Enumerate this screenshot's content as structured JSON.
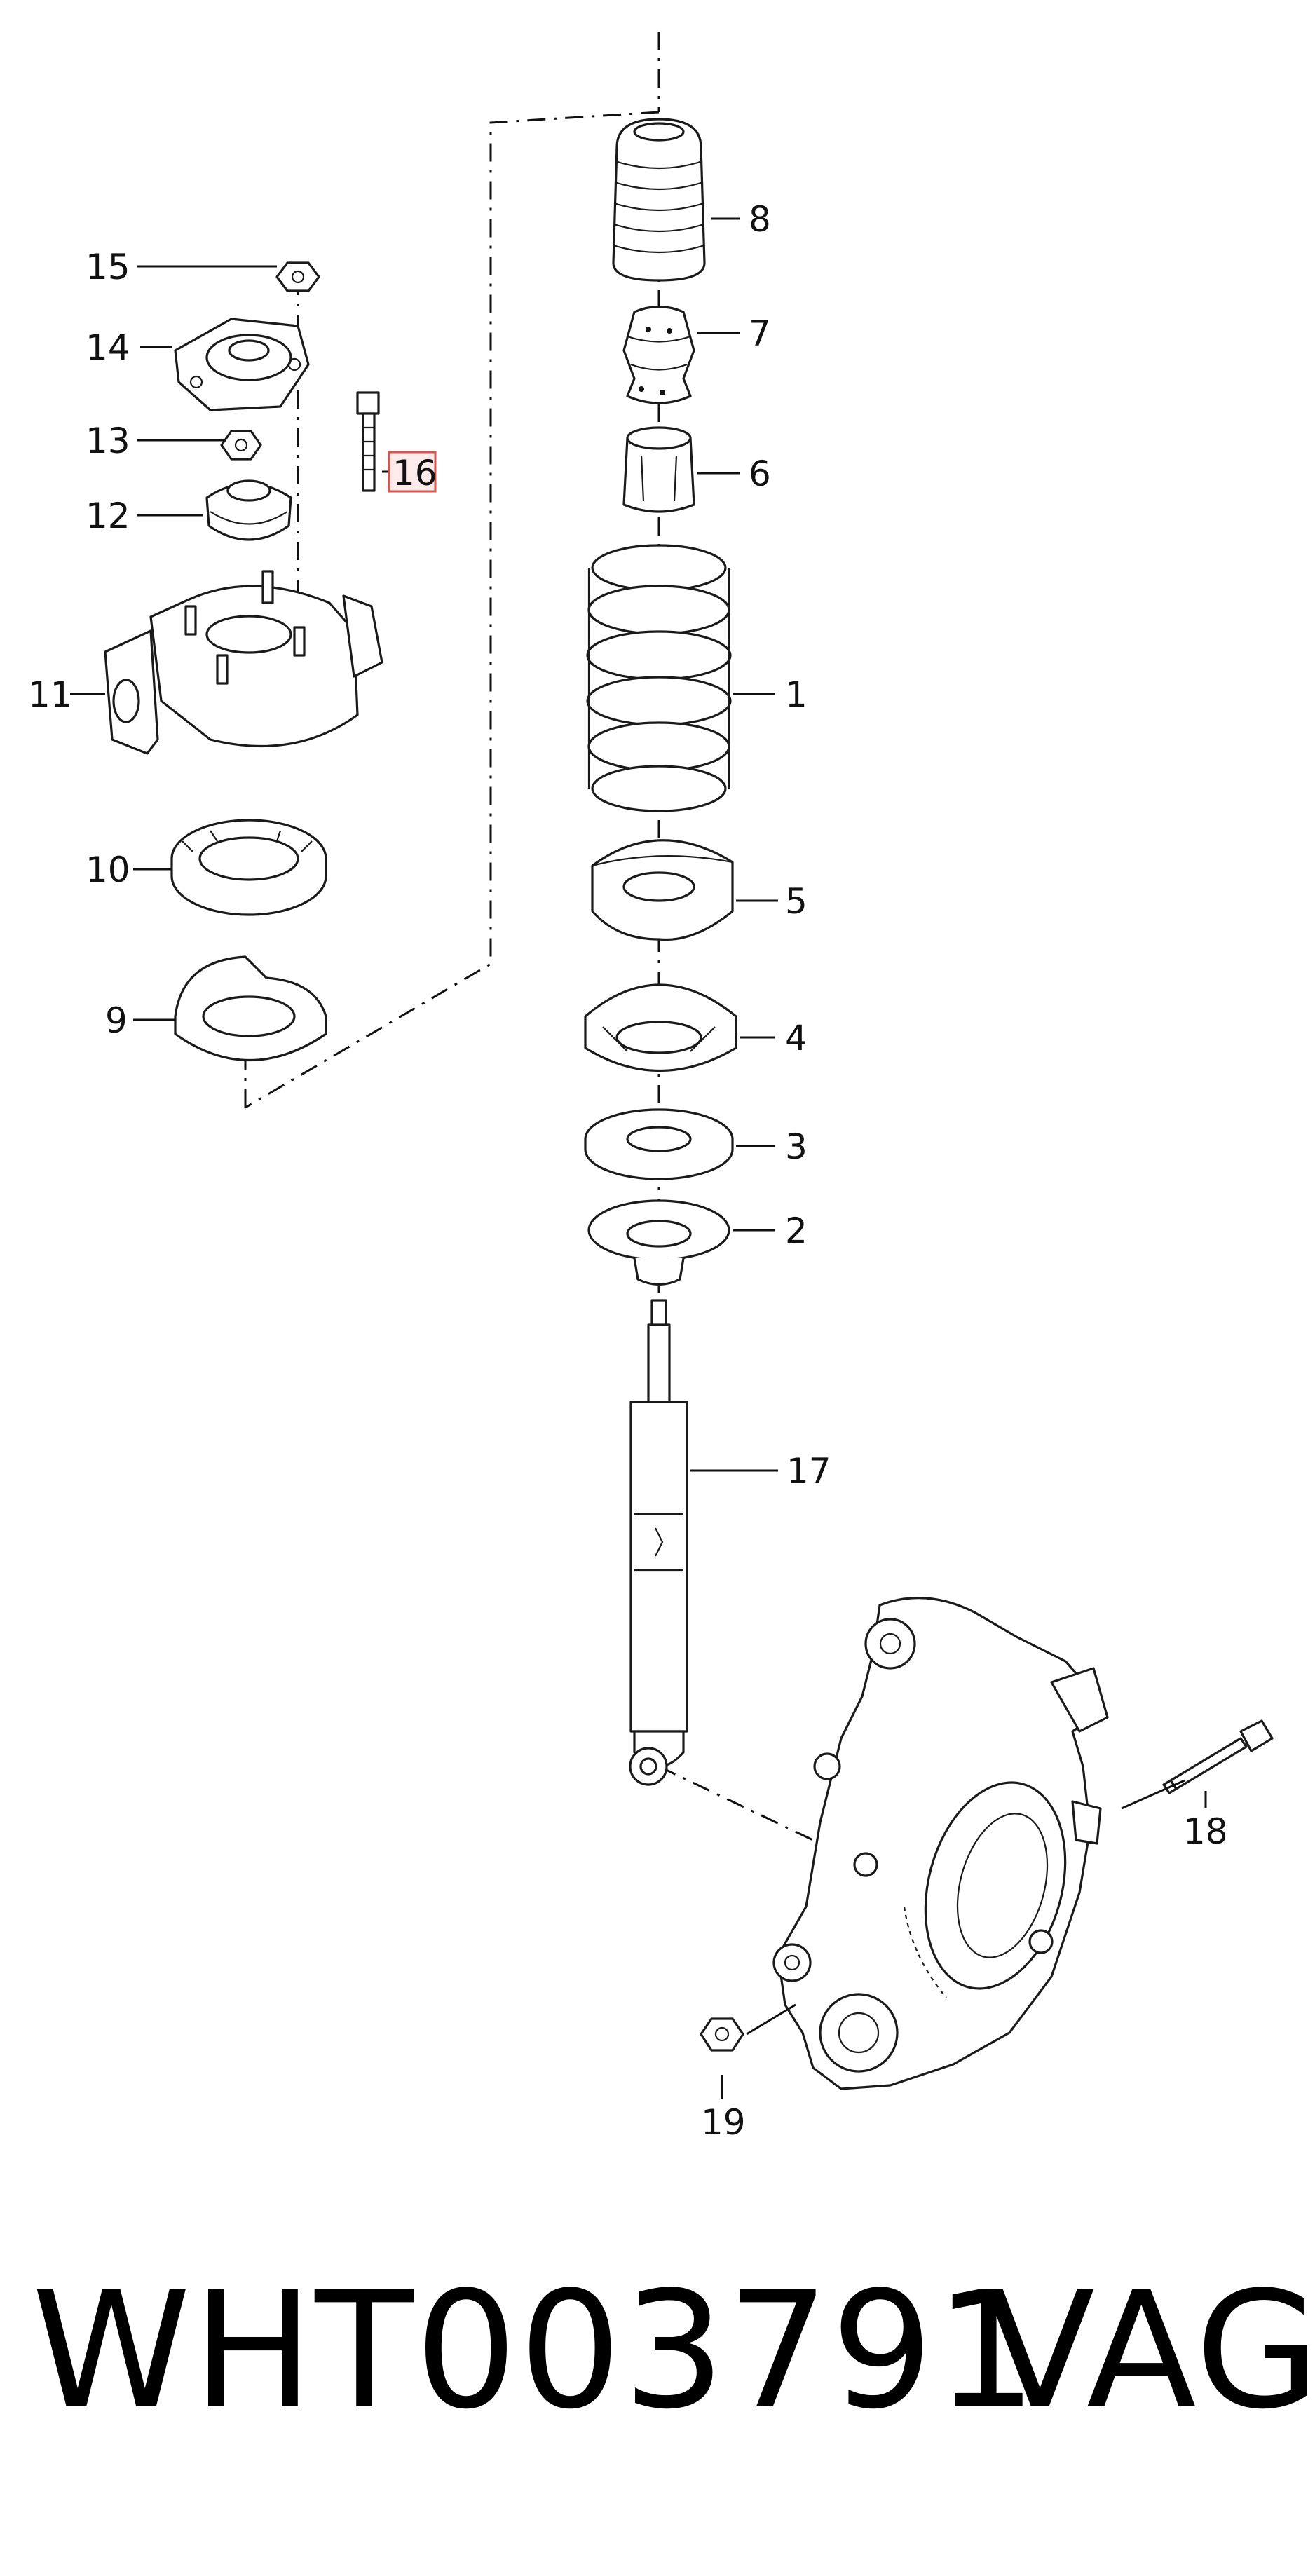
{
  "parts": [
    {
      "label": "1"
    },
    {
      "label": "2"
    },
    {
      "label": "3"
    },
    {
      "label": "4"
    },
    {
      "label": "5"
    },
    {
      "label": "6"
    },
    {
      "label": "7"
    },
    {
      "label": "8"
    },
    {
      "label": "9"
    },
    {
      "label": "10"
    },
    {
      "label": "11"
    },
    {
      "label": "12"
    },
    {
      "label": "13"
    },
    {
      "label": "14"
    },
    {
      "label": "15"
    },
    {
      "label": "16",
      "highlighted": true
    },
    {
      "label": "17"
    },
    {
      "label": "18"
    },
    {
      "label": "19"
    }
  ],
  "highlight_color": "#d9534f",
  "footer": {
    "part_number": "WHT003791",
    "brand": "VAG"
  }
}
